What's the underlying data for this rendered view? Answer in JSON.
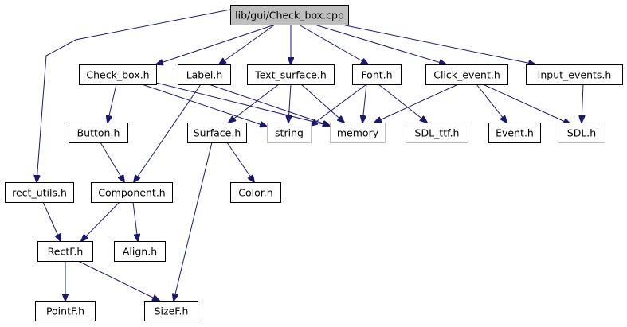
{
  "diagram": {
    "title": "lib/gui/Check_box.cpp",
    "colors": {
      "edge": "#191970",
      "node_border": "#000000",
      "external_border": "#bfbfbf",
      "root_fill": "#bfbfbf",
      "node_fill": "#ffffff",
      "text": "#000000"
    },
    "nodes": [
      {
        "id": "check_box_cpp",
        "label": "lib/gui/Check_box.cpp",
        "kind": "root"
      },
      {
        "id": "check_box_h",
        "label": "Check_box.h",
        "kind": "internal"
      },
      {
        "id": "label_h",
        "label": "Label.h",
        "kind": "internal"
      },
      {
        "id": "text_surface_h",
        "label": "Text_surface.h",
        "kind": "internal"
      },
      {
        "id": "font_h",
        "label": "Font.h",
        "kind": "internal"
      },
      {
        "id": "click_event_h",
        "label": "Click_event.h",
        "kind": "internal"
      },
      {
        "id": "input_events_h",
        "label": "Input_events.h",
        "kind": "internal"
      },
      {
        "id": "button_h",
        "label": "Button.h",
        "kind": "internal"
      },
      {
        "id": "surface_h",
        "label": "Surface.h",
        "kind": "internal"
      },
      {
        "id": "string",
        "label": "string",
        "kind": "external"
      },
      {
        "id": "memory",
        "label": "memory",
        "kind": "external"
      },
      {
        "id": "sdl_ttf_h",
        "label": "SDL_ttf.h",
        "kind": "external"
      },
      {
        "id": "event_h",
        "label": "Event.h",
        "kind": "internal"
      },
      {
        "id": "sdl_h",
        "label": "SDL.h",
        "kind": "external"
      },
      {
        "id": "rect_utils_h",
        "label": "rect_utils.h",
        "kind": "internal"
      },
      {
        "id": "component_h",
        "label": "Component.h",
        "kind": "internal"
      },
      {
        "id": "color_h",
        "label": "Color.h",
        "kind": "internal"
      },
      {
        "id": "rectf_h",
        "label": "RectF.h",
        "kind": "internal"
      },
      {
        "id": "align_h",
        "label": "Align.h",
        "kind": "internal"
      },
      {
        "id": "pointf_h",
        "label": "PointF.h",
        "kind": "internal"
      },
      {
        "id": "sizef_h",
        "label": "SizeF.h",
        "kind": "internal"
      }
    ],
    "edges": [
      {
        "from": "check_box_cpp",
        "to": "check_box_h"
      },
      {
        "from": "check_box_cpp",
        "to": "label_h"
      },
      {
        "from": "check_box_cpp",
        "to": "text_surface_h"
      },
      {
        "from": "check_box_cpp",
        "to": "font_h"
      },
      {
        "from": "check_box_cpp",
        "to": "click_event_h"
      },
      {
        "from": "check_box_cpp",
        "to": "input_events_h"
      },
      {
        "from": "check_box_cpp",
        "to": "rect_utils_h"
      },
      {
        "from": "check_box_h",
        "to": "button_h"
      },
      {
        "from": "check_box_h",
        "to": "string"
      },
      {
        "from": "check_box_h",
        "to": "memory"
      },
      {
        "from": "label_h",
        "to": "component_h"
      },
      {
        "from": "label_h",
        "to": "memory"
      },
      {
        "from": "text_surface_h",
        "to": "surface_h"
      },
      {
        "from": "text_surface_h",
        "to": "string"
      },
      {
        "from": "text_surface_h",
        "to": "memory"
      },
      {
        "from": "font_h",
        "to": "string"
      },
      {
        "from": "font_h",
        "to": "memory"
      },
      {
        "from": "font_h",
        "to": "sdl_ttf_h"
      },
      {
        "from": "click_event_h",
        "to": "memory"
      },
      {
        "from": "click_event_h",
        "to": "event_h"
      },
      {
        "from": "click_event_h",
        "to": "sdl_h"
      },
      {
        "from": "input_events_h",
        "to": "sdl_h"
      },
      {
        "from": "button_h",
        "to": "component_h"
      },
      {
        "from": "surface_h",
        "to": "color_h"
      },
      {
        "from": "surface_h",
        "to": "sizef_h"
      },
      {
        "from": "rect_utils_h",
        "to": "rectf_h"
      },
      {
        "from": "component_h",
        "to": "rectf_h"
      },
      {
        "from": "component_h",
        "to": "align_h"
      },
      {
        "from": "rectf_h",
        "to": "pointf_h"
      },
      {
        "from": "rectf_h",
        "to": "sizef_h"
      }
    ]
  }
}
